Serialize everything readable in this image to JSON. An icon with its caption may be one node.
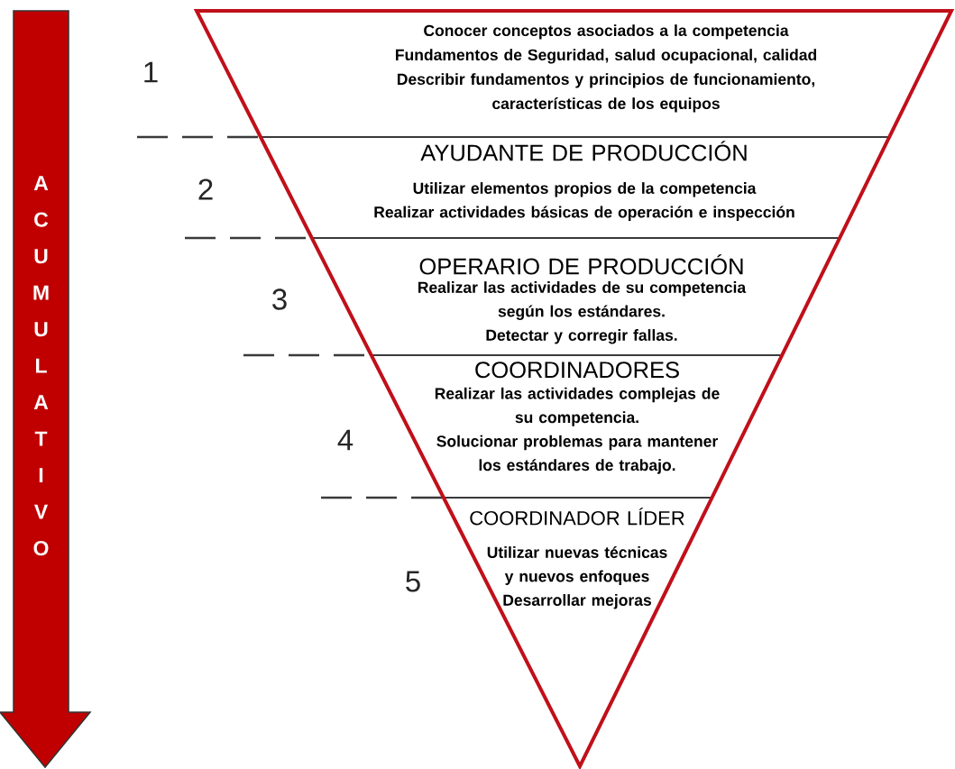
{
  "diagram": {
    "nodes": [
      {
        "text": [
          "ACUMULATIVO"
        ]
      },
      {
        "text": [
          "Conocer conceptos asociados a la competencia",
          "Fundamentos de Seguridad, salud ocupacional, calidad",
          "Describir fundamentos y principios de funcionamiento, características de los equipos"
        ]
      },
      {
        "text": [
          "AYUDANTE DE PRODUCCIÓN",
          "Utilizar elementos propios de la competencia",
          "Realizar actividades básicas de operación e inspección"
        ]
      },
      {
        "text": [
          "OPERARIO DE PRODUCCIÓN",
          "Realizar las actividades de su competencia según los estándares.",
          "Detectar y corregir fallas."
        ]
      },
      {
        "text": [
          "COORDINADORES",
          "Realizar las actividades complejas de su competencia.",
          "Solucionar problemas para mantener los estándares de trabajo."
        ]
      },
      {
        "text": [
          "COORDINADOR LÍDER",
          "Utilizar nuevas técnicas y nuevos enfoques",
          "Desarrollar mejoras"
        ]
      }
    ],
    "edges": [],
    "labels": [
      "1",
      "2",
      "3",
      "4",
      "5"
    ]
  }
}
